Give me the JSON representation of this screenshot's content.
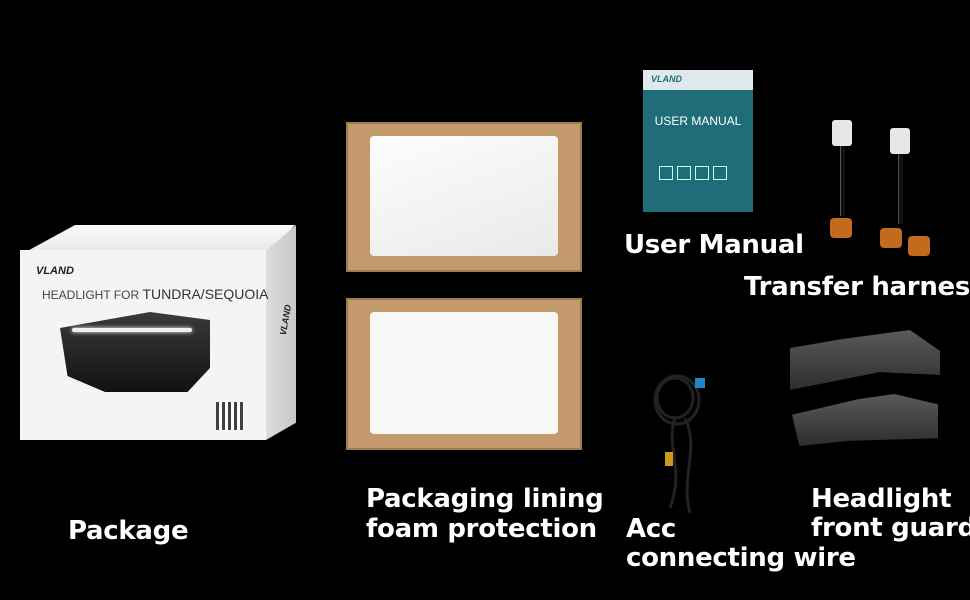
{
  "package_box": {
    "brand": "VLAND",
    "title_prefix": "HEADLIGHT FOR",
    "title_model": "TUNDRA/SEQUOIA",
    "side_brand": "VLAND"
  },
  "manual_cover": {
    "brand": "VLAND",
    "title": "USER MANUAL"
  },
  "captions": {
    "package": "Package",
    "lining_line1": "Packaging lining",
    "lining_line2": "foam protection",
    "user_manual": "User Manual",
    "transfer_harness": "Transfer harness",
    "acc_line1": "Acc",
    "acc_line2": "connecting wire",
    "guard_line1": "Headlight",
    "guard_line2": "front guard"
  }
}
